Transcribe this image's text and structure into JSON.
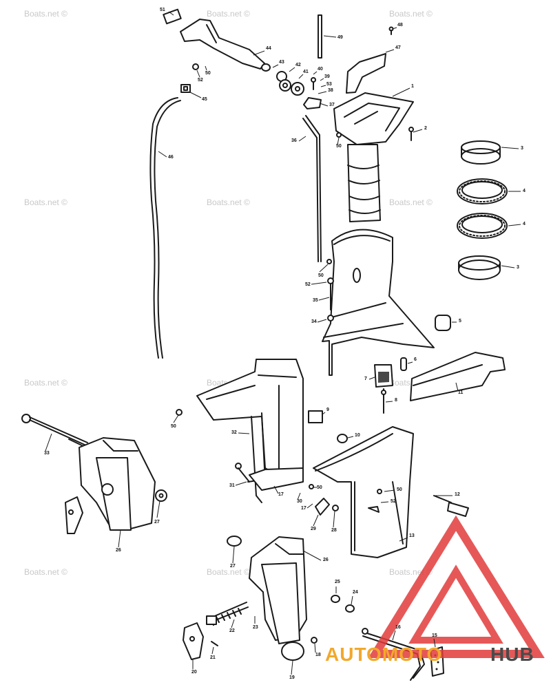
{
  "watermark": {
    "text": "Boats.net ©"
  },
  "logo": {
    "word_left": "AUTOMOTO",
    "word_right": "HUB",
    "color_accent": "#f2a82c",
    "color_dark": "#4a4a4a",
    "color_triangle": "#e23b3b"
  },
  "callouts": [
    {
      "id": "1",
      "text": "1"
    },
    {
      "id": "2",
      "text": "2"
    },
    {
      "id": "3a",
      "text": "3"
    },
    {
      "id": "4a",
      "text": "4"
    },
    {
      "id": "4b",
      "text": "4"
    },
    {
      "id": "3b",
      "text": "3"
    },
    {
      "id": "5",
      "text": "5"
    },
    {
      "id": "6",
      "text": "6"
    },
    {
      "id": "7",
      "text": "7"
    },
    {
      "id": "8",
      "text": "8"
    },
    {
      "id": "9",
      "text": "9"
    },
    {
      "id": "10",
      "text": "10"
    },
    {
      "id": "11",
      "text": "11"
    },
    {
      "id": "12",
      "text": "12"
    },
    {
      "id": "13",
      "text": "13"
    },
    {
      "id": "15",
      "text": "15"
    },
    {
      "id": "16",
      "text": "16"
    },
    {
      "id": "17a",
      "text": "17"
    },
    {
      "id": "17b",
      "text": "17"
    },
    {
      "id": "18",
      "text": "18"
    },
    {
      "id": "19",
      "text": "19"
    },
    {
      "id": "20",
      "text": "20"
    },
    {
      "id": "21",
      "text": "21"
    },
    {
      "id": "22",
      "text": "22"
    },
    {
      "id": "23",
      "text": "23"
    },
    {
      "id": "24",
      "text": "24"
    },
    {
      "id": "25",
      "text": "25"
    },
    {
      "id": "26a",
      "text": "26"
    },
    {
      "id": "26b",
      "text": "26"
    },
    {
      "id": "27a",
      "text": "27"
    },
    {
      "id": "27b",
      "text": "27"
    },
    {
      "id": "28",
      "text": "28"
    },
    {
      "id": "29",
      "text": "29"
    },
    {
      "id": "30a",
      "text": "30"
    },
    {
      "id": "30b",
      "text": "30"
    },
    {
      "id": "31",
      "text": "31"
    },
    {
      "id": "32",
      "text": "32"
    },
    {
      "id": "33",
      "text": "33"
    },
    {
      "id": "34",
      "text": "34"
    },
    {
      "id": "35",
      "text": "35"
    },
    {
      "id": "36",
      "text": "36"
    },
    {
      "id": "37",
      "text": "37"
    },
    {
      "id": "38",
      "text": "38"
    },
    {
      "id": "39",
      "text": "39"
    },
    {
      "id": "40",
      "text": "40"
    },
    {
      "id": "41",
      "text": "41"
    },
    {
      "id": "42",
      "text": "42"
    },
    {
      "id": "43",
      "text": "43"
    },
    {
      "id": "44",
      "text": "44"
    },
    {
      "id": "45",
      "text": "45"
    },
    {
      "id": "46",
      "text": "46"
    },
    {
      "id": "47",
      "text": "47"
    },
    {
      "id": "48",
      "text": "48"
    },
    {
      "id": "49",
      "text": "49"
    },
    {
      "id": "50a",
      "text": "50"
    },
    {
      "id": "50b",
      "text": "50"
    },
    {
      "id": "50c",
      "text": "50"
    },
    {
      "id": "50d",
      "text": "50"
    },
    {
      "id": "50e",
      "text": "50"
    },
    {
      "id": "50f",
      "text": "50"
    },
    {
      "id": "51",
      "text": "51"
    },
    {
      "id": "52a",
      "text": "52"
    },
    {
      "id": "52b",
      "text": "52"
    },
    {
      "id": "52c",
      "text": "52"
    },
    {
      "id": "53",
      "text": "53"
    }
  ]
}
